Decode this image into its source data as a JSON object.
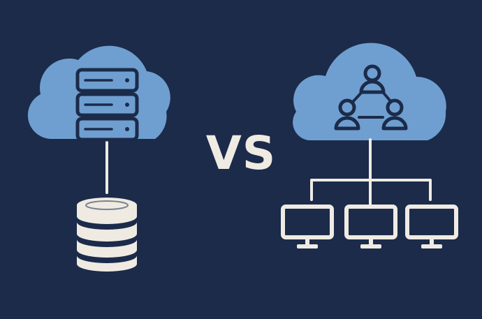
{
  "vs_text": "VS",
  "colors": {
    "background": "#1c2b4a",
    "cloud": "#6f9fd0",
    "outline": "#1c2b4a",
    "light": "#efebe3"
  },
  "left_panel": {
    "cloud_icon": "cloud-icon",
    "server_icon": "server-rack-icon",
    "server_units": 3,
    "database_icon": "database-icon",
    "database_layers": 4
  },
  "right_panel": {
    "cloud_icon": "cloud-icon",
    "people_icon": "user-network-icon",
    "people_count": 3,
    "monitor_icon": "monitor-icon",
    "monitor_count": 3
  }
}
